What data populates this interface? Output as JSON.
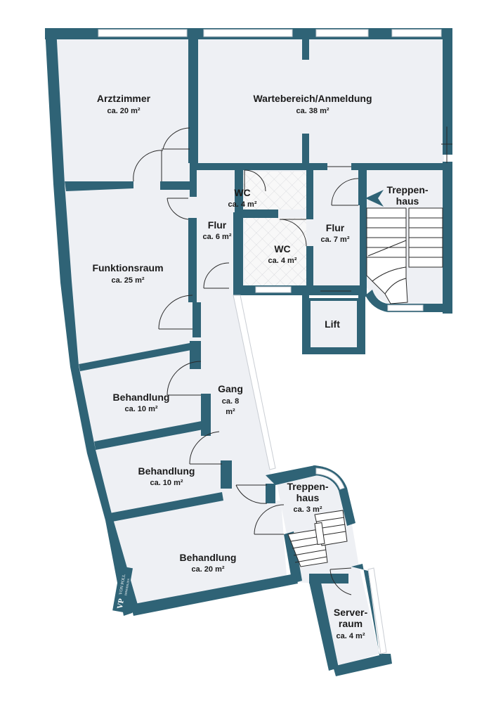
{
  "rooms": [
    {
      "id": "arztzimmer",
      "name": "Arztzimmer",
      "area": "ca. 20 m²"
    },
    {
      "id": "wartebereich",
      "name": "Wartebereich/Anmeldung",
      "area": "ca. 38 m²"
    },
    {
      "id": "wc1",
      "name": "WC",
      "area": "ca. 4 m²"
    },
    {
      "id": "treppenhaus1",
      "name": "Treppen-",
      "name2": "haus",
      "area": ""
    },
    {
      "id": "flur1",
      "name": "Flur",
      "area": "ca. 6 m²"
    },
    {
      "id": "wc2",
      "name": "WC",
      "area": "ca. 4 m²"
    },
    {
      "id": "flur2",
      "name": "Flur",
      "area": "ca. 7 m²"
    },
    {
      "id": "funktionsraum",
      "name": "Funktionsraum",
      "area": "ca. 25 m²"
    },
    {
      "id": "lift",
      "name": "Lift",
      "area": ""
    },
    {
      "id": "gang",
      "name": "Gang",
      "area": "ca. 8",
      "area2": "m²"
    },
    {
      "id": "behandlung1",
      "name": "Behandlung",
      "area": "ca. 10 m²"
    },
    {
      "id": "behandlung2",
      "name": "Behandlung",
      "area": "ca. 10 m²"
    },
    {
      "id": "treppenhaus2",
      "name": "Treppen-",
      "name2": "haus",
      "area": "ca. 3 m²"
    },
    {
      "id": "behandlung3",
      "name": "Behandlung",
      "area": "ca. 20 m²"
    },
    {
      "id": "serverraum",
      "name": "Server-",
      "name2": "raum",
      "area": "ca. 4 m²"
    }
  ],
  "logo": {
    "mark": "VP",
    "text": "VON POLL",
    "sub": "IMMOBILIEN"
  },
  "colors": {
    "wall": "#2f6376",
    "floor": "#eef0f4"
  }
}
